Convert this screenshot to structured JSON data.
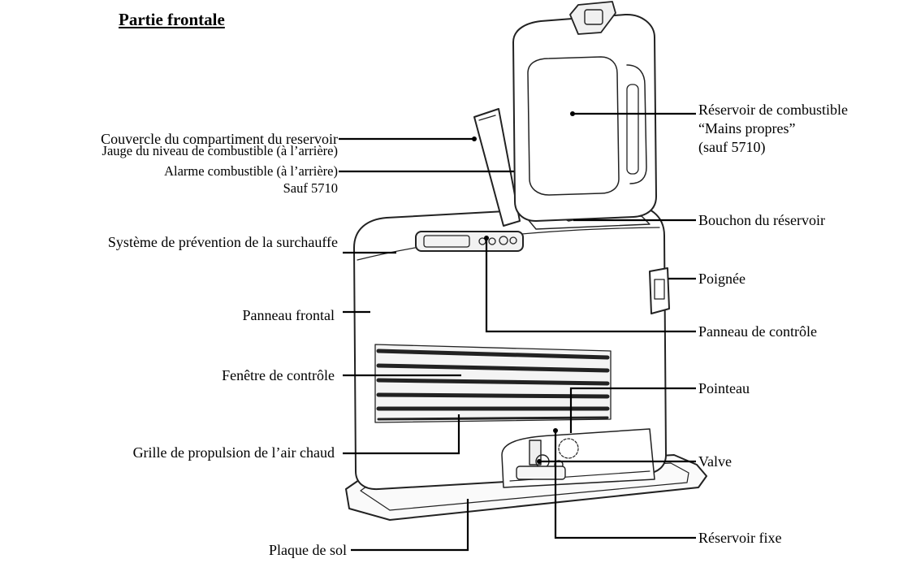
{
  "title": "Partie frontale",
  "labels": {
    "couvercle": "Couvercle du compartiment du reservoir",
    "jauge": "Jauge du niveau de combustible (à l’arrière)",
    "alarme": "Alarme combustible (à l’arrière)",
    "sauf_left": "Sauf 5710",
    "systeme": "Système de prévention de la surchauffe",
    "panneau_frontal": "Panneau frontal",
    "fenetre": "Fenêtre de contrôle",
    "grille": "Grille de propulsion  de l’air chaud",
    "plaque": "Plaque de sol",
    "reservoir_line1": "Réservoir de combustible",
    "reservoir_line2": "“Mains propres”",
    "reservoir_line3": "(sauf 5710)",
    "bouchon": "Bouchon du réservoir",
    "poignee": "Poignée",
    "panneau_controle": "Panneau de contrôle",
    "pointeau": "Pointeau",
    "valve": "Valve",
    "reservoir_fixe": "Réservoir fixe"
  }
}
